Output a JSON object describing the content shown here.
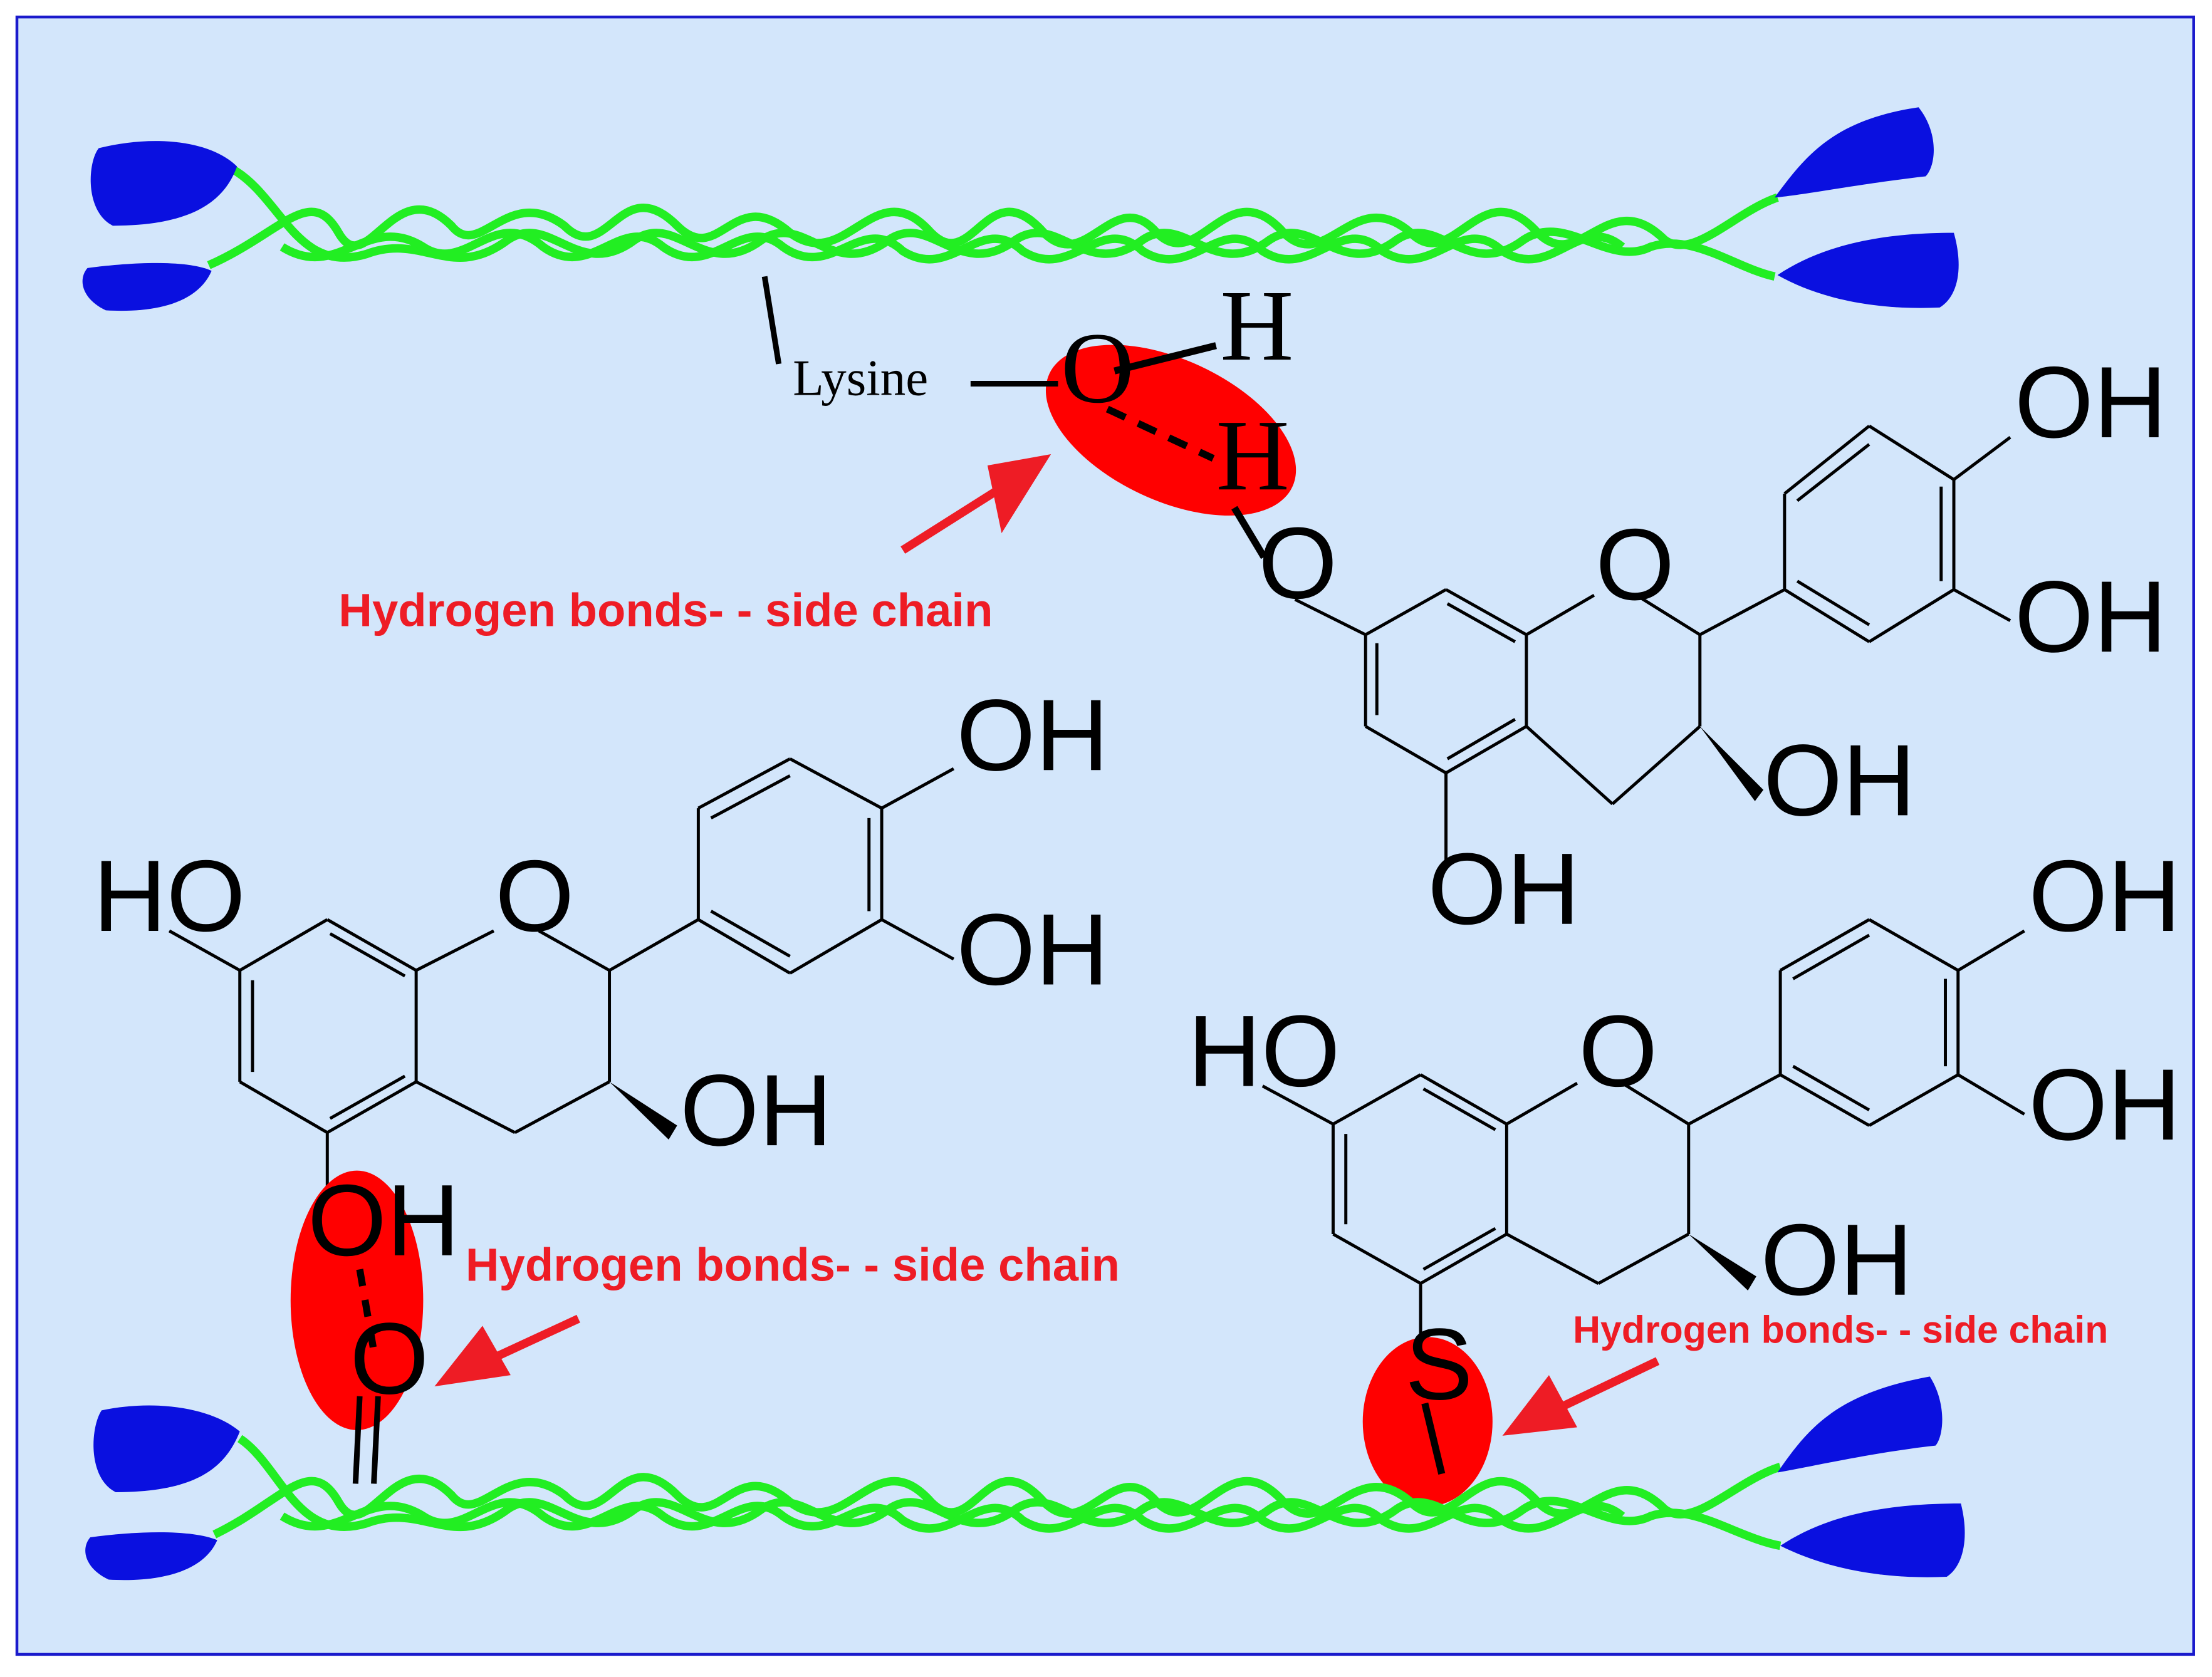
{
  "colors": {
    "frame_fill": "#d3e6fb",
    "frame_stroke": "#1a1acc",
    "helix": "#22ee22",
    "terminal_blob": "#0a10e0",
    "interaction_ellipse": "#ff0000",
    "annotation": "#ee1c25",
    "bond": "#000000"
  },
  "strands": {
    "top_residue_label": "Lysine",
    "hbond_atom_oxygen": "O",
    "hbond_atom_hydrogen_top": "H",
    "hbond_atom_hydrogen_bottom": "H",
    "phenol_oxygen": "O"
  },
  "molecule_top": {
    "ring_oxygen": "O",
    "oh_para": "OH",
    "oh_meta": "OH",
    "oh_c3": "OH",
    "oh_c5": "OH"
  },
  "molecule_left": {
    "ho_c7": "HO",
    "ring_oxygen": "O",
    "oh_para": "OH",
    "oh_meta": "OH",
    "oh_c3": "OH",
    "hbond_donor": "OH",
    "hbond_acceptor": "O"
  },
  "molecule_right": {
    "ho_c7": "HO",
    "ring_oxygen": "O",
    "oh_para": "OH",
    "oh_meta": "OH",
    "oh_c3": "OH",
    "sulfur": "S"
  },
  "annotations": {
    "top": "Hydrogen bonds- - side chain",
    "left": "Hydrogen bonds- - side chain",
    "right": "Hydrogen bonds- - side chain"
  }
}
